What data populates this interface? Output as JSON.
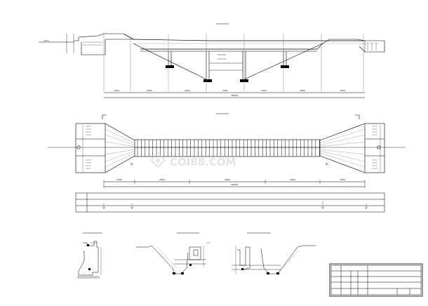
{
  "drawing": {
    "title": "",
    "colors": {
      "paper": "#ffffff",
      "line": "#000000",
      "gray": "#6f6f6f",
      "watermark": "#cfcfcf"
    }
  },
  "watermark": {
    "text": "COI88.COM",
    "icon_name": "watermark-logo-icon"
  },
  "elevation": {
    "dimension_labels": [
      "1500",
      "2500",
      "2500",
      "2500",
      "2500",
      "2500",
      "1500"
    ],
    "overall_dimension": "16000"
  },
  "plan": {
    "dimension_labels": [
      "1500",
      "2500",
      "3500",
      "2500",
      "1500"
    ],
    "overall_dimension": "16000"
  },
  "title_block": {
    "rows": [
      "",
      "",
      "",
      ""
    ]
  }
}
